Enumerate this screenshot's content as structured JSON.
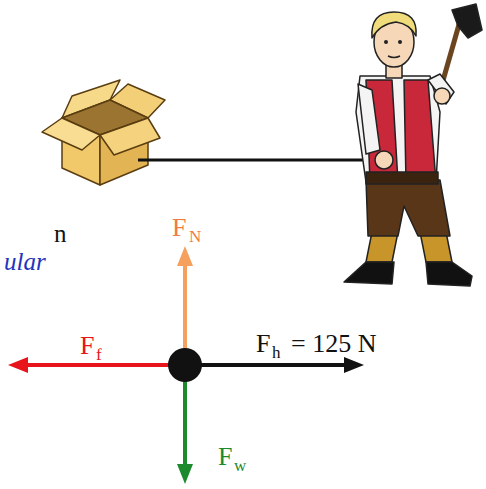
{
  "diagram": {
    "labels": [
      "n",
      "ular",
      "F",
      "N",
      "F",
      "f",
      "F",
      "h",
      "= 125 N",
      "F",
      "w"
    ]
  }
}
